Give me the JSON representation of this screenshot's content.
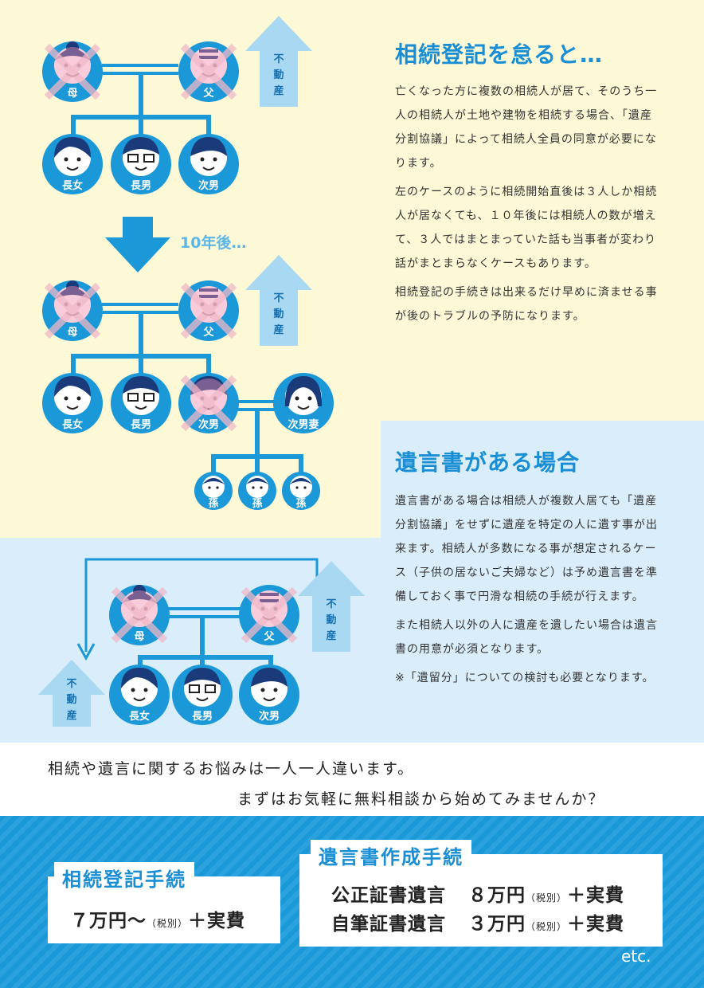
{
  "sections": {
    "neglect": {
      "heading": "相続登記を怠ると…",
      "paragraphs": [
        "亡くなった方に複数の相続人が居て、そのうち一人の相続人が土地や建物を相続する場合、「遺産分割協議」によって相続人全員の同意が必要になります。",
        "左のケースのように相続開始直後は３人しか相続人が居なくても、１０年後には相続人の数が増えて、３人ではまとまっていた話も当事者が変わり話がまとまらなくケースもあります。",
        "相続登記の手続きは出来るだけ早めに済ませる事が後のトラブルの予防になります。"
      ]
    },
    "will": {
      "heading": "遺言書がある場合",
      "paragraphs": [
        "遺言書がある場合は相続人が複数人居ても「遺産分割協議」をせずに遺産を特定の人に遺す事が出来ます。相続人が多数になる事が想定されるケース（子供の居ないご夫婦など）は予め遺言書を準備しておく事で円滑な相続の手続が行えます。",
        "また相続人以外の人に遺産を遺したい場合は遺言書の用意が必須となります。",
        "※「遺留分」についての検討も必要となります。"
      ]
    }
  },
  "tree": {
    "mother": "母",
    "father": "父",
    "eldest_daughter": "長女",
    "eldest_son": "長男",
    "second_son": "次男",
    "second_son_wife": "次男妻",
    "grandchild": "孫",
    "property": [
      "不",
      "動",
      "産"
    ],
    "ten_years_later": "10年後…"
  },
  "message": {
    "line1": "相続や遺言に関するお悩みは一人一人違います。",
    "line2": "まずはお気軽に無料相談から始めてみませんか？"
  },
  "pricing": {
    "registration": {
      "title": "相続登記手続",
      "price_main": "７万円〜",
      "tax_note": "（税別）",
      "price_suffix": "＋実費"
    },
    "will_creation": {
      "title": "遺言書作成手続",
      "rows": [
        {
          "name": "公正証書遺言",
          "amount": "８万円",
          "tax_note": "（税別）",
          "suffix": "＋実費"
        },
        {
          "name": "自筆証書遺言",
          "amount": "３万円",
          "tax_note": "（税別）",
          "suffix": "＋実費"
        }
      ]
    },
    "etc": "etc."
  },
  "colors": {
    "primary": "#1a98d7",
    "light_blue": "#d9eefa",
    "cream": "#fdf8d6",
    "cross": "#f0b8c8",
    "arrow": "#a9d8f3"
  }
}
